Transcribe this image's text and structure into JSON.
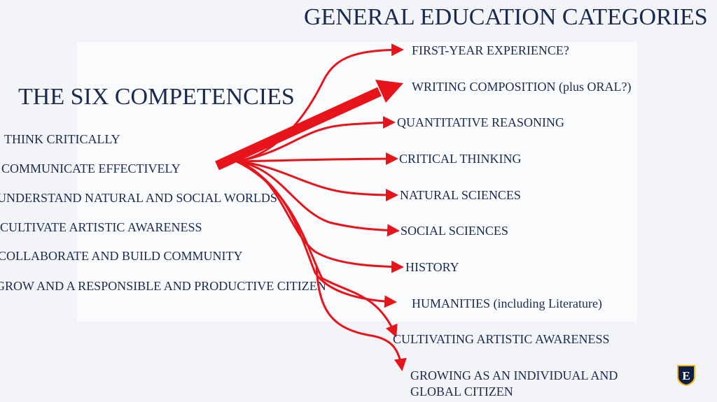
{
  "title": "GENERAL EDUCATION CATEGORIES",
  "left_heading": "THE SIX COMPETENCIES",
  "competencies": [
    "THINK CRITICALLY",
    "COMMUNICATE EFFECTIVELY",
    "UNDERSTAND NATURAL AND SOCIAL WORLDS",
    "CULTIVATE ARTISTIC AWARENESS",
    "COLLABORATE AND BUILD COMMUNITY",
    "GROW AND A RESPONSIBLE AND PRODUCTIVE CITIZEN"
  ],
  "categories": [
    "FIRST-YEAR EXPERIENCE?",
    "WRITING COMPOSITION (plus ORAL?)",
    "QUANTITATIVE REASONING",
    "CRITICAL THINKING",
    "NATURAL SCIENCES",
    "SOCIAL SCIENCES",
    "HISTORY",
    "HUMANITIES (including Literature)",
    "CULTIVATING ARTISTIC AWARENESS",
    "GROWING AS AN INDIVIDUAL AND",
    "GLOBAL CITIZEN"
  ],
  "logo": {
    "letter": "E",
    "shield_color": "#0b1f45",
    "trim_color": "#f2b51c"
  },
  "arrow_color": "#e8141c"
}
